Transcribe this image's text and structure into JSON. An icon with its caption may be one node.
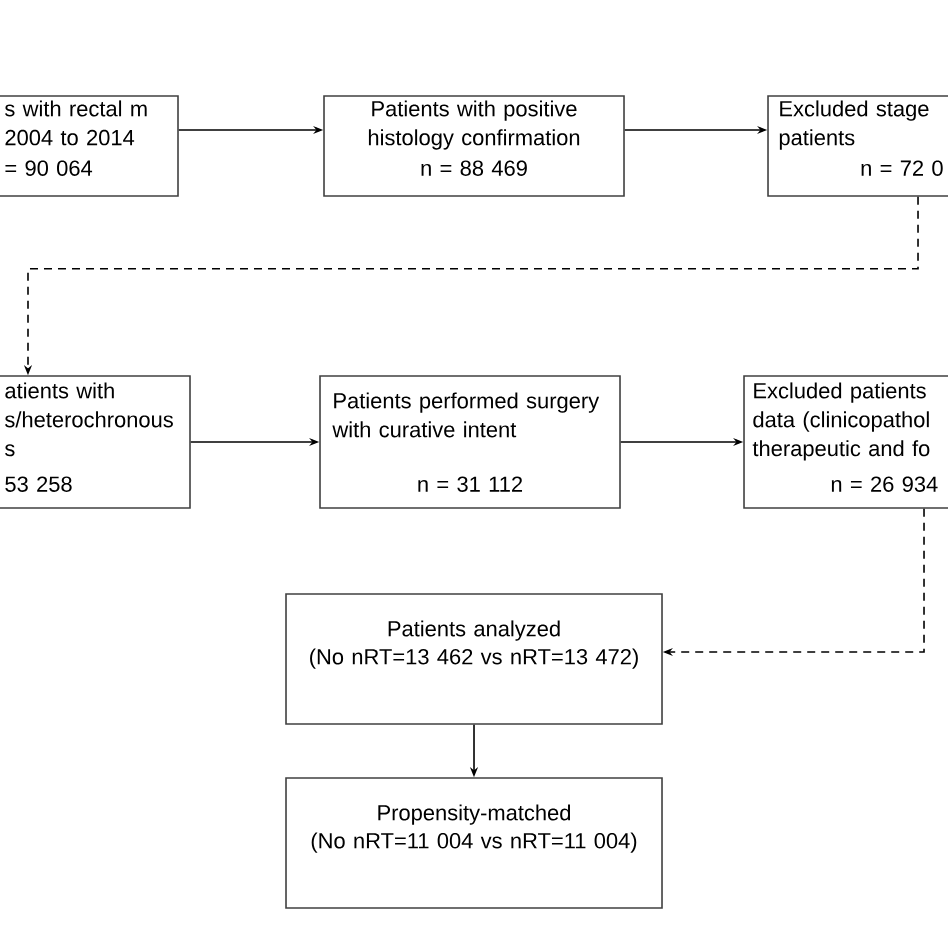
{
  "diagram": {
    "nodes": [
      {
        "text": [
          "s with rectal m 2004 to 2014",
          "= 90 064"
        ]
      },
      {
        "text": [
          "Patients with positive histology confirmation",
          "n = 88 469"
        ]
      },
      {
        "text": [
          "Excluded stage patients",
          "n = 72 0"
        ]
      },
      {
        "text": [
          "atients with s/heterochronous s",
          "53 258"
        ]
      },
      {
        "text": [
          "Patients performed surgery with curative intent",
          "n = 31 112"
        ]
      },
      {
        "text": [
          "Excluded patients data (clinicopathol therapeutic and fo",
          "n = 26 934"
        ]
      },
      {
        "text": [
          "Patients analyzed",
          "(No nRT=13 462 vs nRT=13 472)"
        ]
      },
      {
        "text": [
          "Propensity-matched",
          "(No nRT=11 004 vs nRT=11 004)"
        ]
      }
    ],
    "edges": [
      {
        "from": 0,
        "to": 1,
        "arrow": "to"
      },
      {
        "from": 1,
        "to": 2,
        "arrow": "to"
      },
      {
        "from": 2,
        "to": 3,
        "arrow": "to",
        "style": "dashed"
      },
      {
        "from": 3,
        "to": 4,
        "arrow": "to"
      },
      {
        "from": 4,
        "to": 5,
        "arrow": "to"
      },
      {
        "from": 5,
        "to": 6,
        "arrow": "to",
        "style": "dashed"
      },
      {
        "from": 6,
        "to": 7,
        "arrow": "to"
      }
    ]
  }
}
